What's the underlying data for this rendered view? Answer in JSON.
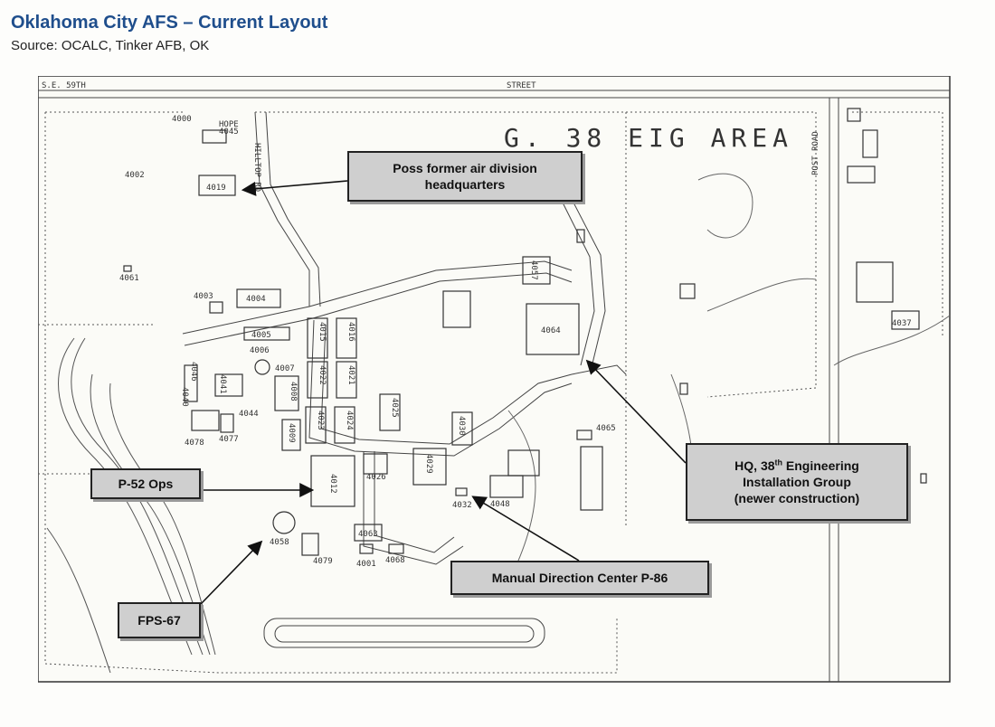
{
  "header": {
    "title": "Oklahoma City AFS – Current Layout",
    "source": "Source: OCALC, Tinker AFB, OK"
  },
  "map": {
    "streets": {
      "top_left": "S.E. 59TH",
      "top_right": "STREET",
      "hilltop": "HILLTOP RD",
      "post_road": "POST ROAD"
    },
    "area_label": "G. 38 EIG AREA",
    "hope": "HOPE",
    "buildings": {
      "b4000": "4000",
      "b4045": "4045",
      "b4002": "4002",
      "b4019": "4019",
      "b4061": "4061",
      "b4003": "4003",
      "b4004": "4004",
      "b4005": "4005",
      "b4006": "4006",
      "b4007": "4007",
      "b4008": "4008",
      "b4009": "4009",
      "b4015": "4015",
      "b4016": "4016",
      "b4022": "4022",
      "b4021": "4021",
      "b4023": "4023",
      "b4024": "4024",
      "b4025": "4025",
      "b4040": "4040",
      "b4041": "4041",
      "b4044": "4044",
      "b4046": "4046",
      "b4077": "4077",
      "b4078": "4078",
      "b4012": "4012",
      "b4026": "4026",
      "b4029": "4029",
      "b4030": "4030",
      "b4032": "4032",
      "b4048": "4048",
      "b4057": "4057",
      "b4064": "4064",
      "b4065": "4065",
      "b4058": "4058",
      "b4063": "4063",
      "b4079": "4079",
      "b4001": "4001",
      "b4068": "4068",
      "b4037": "4037"
    }
  },
  "callouts": {
    "air_division_hq": "Poss former air division headquarters",
    "p52_ops": "P-52 Ops",
    "fps67": "FPS-67",
    "manual_direction": "Manual Direction Center P-86",
    "hq38": {
      "line1_prefix": "HQ, 38",
      "line1_sup": "th",
      "line1_suffix": " Engineering",
      "line2": "Installation Group",
      "line3": "(newer construction)"
    }
  }
}
